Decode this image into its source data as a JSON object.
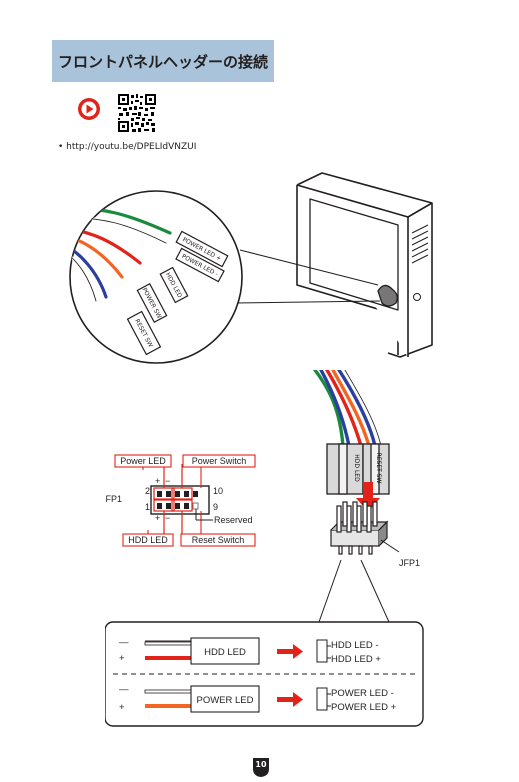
{
  "title": "フロントパネルヘッダーの接続",
  "video_url": "• http://youtu.be/DPELIdVNZUI",
  "wire_labels": [
    "POWER LED +",
    "POWER LED -",
    "HDD LED",
    "POWER SW",
    "RESET SW"
  ],
  "pin_diagram": {
    "header_name": "JFP1",
    "callouts": [
      "Power LED",
      "Power Switch",
      "HDD LED",
      "Reset Switch"
    ],
    "reserved_label": "Reserved",
    "pin_numbers": [
      "2",
      "1",
      "10",
      "9"
    ],
    "polarity_marks": [
      "+",
      "−",
      "+",
      "−"
    ]
  },
  "connector_labels": [
    "HDD LED",
    "RESET SW"
  ],
  "jfp1_label": "JFP1",
  "detail_box": {
    "rows": [
      {
        "wire_label": "HDD LED",
        "pin_minus": "HDD LED -",
        "pin_plus": "HDD LED +"
      },
      {
        "wire_label": "POWER LED",
        "pin_minus": "POWER LED -",
        "pin_plus": "POWER LED +"
      }
    ],
    "minus_sign": "—",
    "plus_sign": "+"
  },
  "page_number": "10",
  "colors": {
    "title_bg": "#a9c4da",
    "callout_red": "#e2231a",
    "wire_green": "#1a8a3c",
    "wire_red": "#e2231a",
    "wire_blue": "#2b3fa0",
    "wire_orange": "#f26522"
  },
  "icons": [
    "youtube-play-icon",
    "qr-code-icon",
    "arrow-right-icon",
    "arrow-down-icon"
  ]
}
